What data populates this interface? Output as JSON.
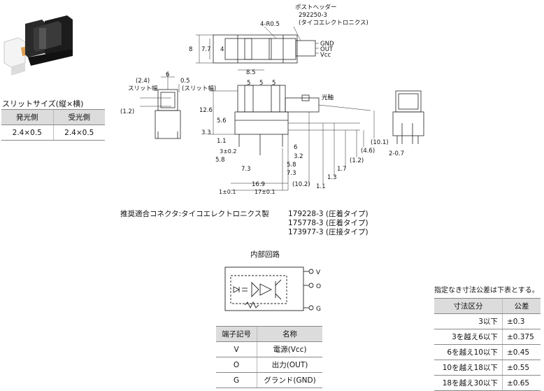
{
  "slit": {
    "title": "スリットサイズ(縦×横)",
    "headers": [
      "発光側",
      "受光側"
    ],
    "values": [
      "2.4×0.5",
      "2.4×0.5"
    ]
  },
  "drawing": {
    "post_header": "ポストヘッダー",
    "post_header_part": "292250-3",
    "post_header_maker": "(タイコエレクトロニクス)",
    "radius": "4-R0.5",
    "dim_8": "8",
    "dim_77": "7.7",
    "dim_4": "4",
    "dim_85": "8.5",
    "pin_gnd": "GND",
    "pin_out": "OUT",
    "pin_vcc": "Vcc",
    "dim_24": "(2.4)",
    "slit_label_left": "スリット幅",
    "dim_6_top": "6",
    "dim_05": "0.5",
    "slit_label_right": "(スリット幅)",
    "dim_12": "(1.2)",
    "dim_5a": "5",
    "dim_5b": "5",
    "dim_5c": "5",
    "optical_axis": "光軸",
    "dim_126": "12.6",
    "dim_56": "5.6",
    "dim_33": "3.3",
    "dim_11": "1.1",
    "dim_3tol": "3±0.2",
    "dim_58": "5.8",
    "dim_73a": "7.3",
    "dim_169": "16.9",
    "dim_1tol": "1±0.1",
    "dim_17tol": "17±0.1",
    "dim_6": "6",
    "dim_32": "3.2",
    "dim_58b": "5.8",
    "dim_73b": "7.3",
    "dim_102": "(10.2)",
    "dim_11b": "1.1",
    "dim_13": "1.3",
    "dim_17": "1.7",
    "dim_12b": "(1.2)",
    "dim_46": "(4.6)",
    "dim_101": "(10.1)",
    "dim_207": "2-0.7",
    "connector_label": "推奨適合コネクタ:タイコエレクトロニクス製",
    "connectors": [
      "179228-3 (圧着タイプ)",
      "175778-3 (圧着タイプ)",
      "173977-3 (圧接タイプ)"
    ]
  },
  "circuit": {
    "title": "内部回路",
    "terminals": [
      "V",
      "O",
      "G"
    ]
  },
  "terminal_table": {
    "headers": [
      "端子記号",
      "名称"
    ],
    "rows": [
      [
        "V",
        "電源(Vcc)"
      ],
      [
        "O",
        "出力(OUT)"
      ],
      [
        "G",
        "グランド(GND)"
      ]
    ]
  },
  "tolerance": {
    "note": "指定なき寸法公差は下表とする。",
    "headers": [
      "寸法区分",
      "公差"
    ],
    "rows": [
      [
        "3以下",
        "±0.3"
      ],
      [
        "3を越え6以下",
        "±0.375"
      ],
      [
        "6を越え10以下",
        "±0.45"
      ],
      [
        "10を越え18以下",
        "±0.55"
      ],
      [
        "18を越え30以下",
        "±0.65"
      ]
    ]
  }
}
